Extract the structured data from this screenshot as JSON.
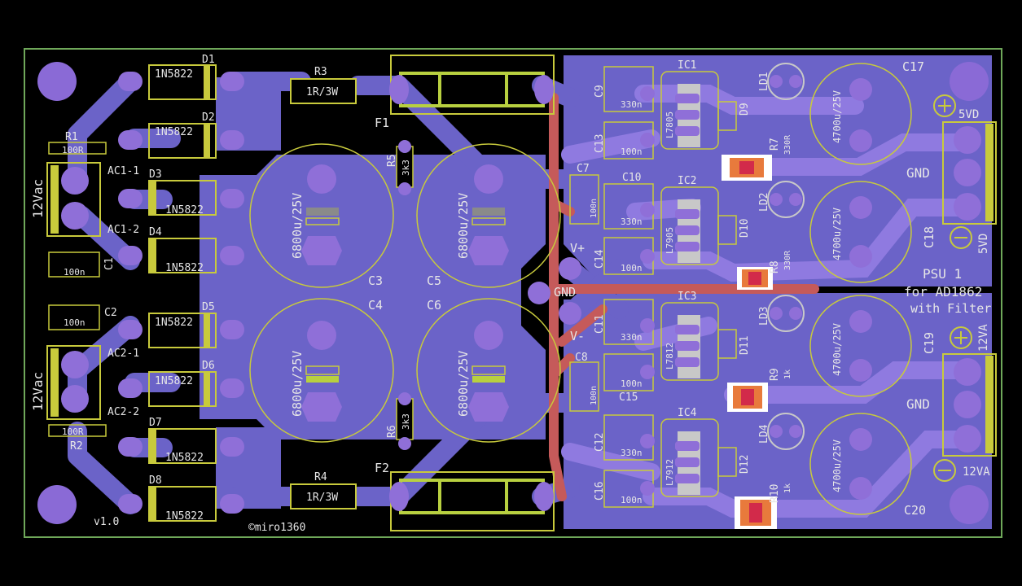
{
  "colors": {
    "background": "#000000",
    "copper": "#6b63c8",
    "copper_alt": "#7b6fd6",
    "pad": "#8f6fd8",
    "silk": "#c8ca3c",
    "label": "#e6e6e6",
    "trace_red": "#c55a5a",
    "smd_orange": "#e87a3c",
    "smd_red": "#d22a4a",
    "outline": "#6fa85a"
  },
  "board": {
    "version": "v1.0",
    "author": "©miro1360",
    "title_lines": [
      "PSU 1",
      "for AD1862",
      "with Filter"
    ]
  },
  "inputs": {
    "ac1": {
      "label": "12Vac",
      "pin1": "AC1-1",
      "pin2": "AC1-2"
    },
    "ac2": {
      "label": "12Vac",
      "pin1": "AC2-1",
      "pin2": "AC2-2"
    }
  },
  "diodes": [
    {
      "ref": "D1",
      "value": "1N5822"
    },
    {
      "ref": "D2",
      "value": "1N5822"
    },
    {
      "ref": "D3",
      "value": "1N5822"
    },
    {
      "ref": "D4",
      "value": "1N5822"
    },
    {
      "ref": "D5",
      "value": "1N5822"
    },
    {
      "ref": "D6",
      "value": "1N5822"
    },
    {
      "ref": "D7",
      "value": "1N5822"
    },
    {
      "ref": "D8",
      "value": "1N5822"
    }
  ],
  "resistors": {
    "R1": {
      "ref": "R1",
      "value": "100R"
    },
    "R2": {
      "ref": "R2",
      "value": "100R"
    },
    "R3": {
      "ref": "R3",
      "value": "1R/3W"
    },
    "R4": {
      "ref": "R4",
      "value": "1R/3W"
    },
    "R5": {
      "ref": "R5",
      "value": "3k3"
    },
    "R6": {
      "ref": "R6",
      "value": "3k3"
    },
    "R7": {
      "ref": "R7",
      "value": "330R"
    },
    "R8": {
      "ref": "R8",
      "value": "330R"
    },
    "R9": {
      "ref": "R9",
      "value": "1k"
    },
    "R10": {
      "ref": "R10",
      "value": "1k"
    }
  },
  "small_caps": {
    "C1": {
      "ref": "C1",
      "value": "100n"
    },
    "C2": {
      "ref": "C2",
      "value": "100n"
    },
    "C7": {
      "ref": "C7",
      "value": "100n"
    },
    "C8": {
      "ref": "C8",
      "value": "100n"
    },
    "C9": {
      "ref": "C9",
      "value": "330n"
    },
    "C10": {
      "ref": "C10",
      "value": "330n"
    },
    "C11": {
      "ref": "C11",
      "value": "330n"
    },
    "C12": {
      "ref": "C12",
      "value": "330n"
    },
    "C13": {
      "ref": "C13",
      "value": "100n"
    },
    "C14": {
      "ref": "C14",
      "value": "100n"
    },
    "C15": {
      "ref": "C15",
      "value": "100n"
    },
    "C16": {
      "ref": "C16",
      "value": "100n"
    }
  },
  "big_caps": {
    "C3": {
      "ref": "C3",
      "value": "6800u/25V"
    },
    "C4": {
      "ref": "C4",
      "value": "6800u/25V"
    },
    "C5": {
      "ref": "C5",
      "value": "6800u/25V"
    },
    "C6": {
      "ref": "C6",
      "value": "6800u/25V"
    }
  },
  "out_caps": {
    "C17": {
      "ref": "C17",
      "value": "4700u/25V"
    },
    "C18": {
      "ref": "C18",
      "value": "4700u/25V"
    },
    "C19": {
      "ref": "C19",
      "value": "4700u/25V"
    },
    "C20": {
      "ref": "C20",
      "value": "4700u/25V"
    }
  },
  "fuses": {
    "F1": "F1",
    "F2": "F2"
  },
  "regulators": {
    "IC1": {
      "ref": "IC1",
      "value": "L7805"
    },
    "IC2": {
      "ref": "IC2",
      "value": "L7905"
    },
    "IC3": {
      "ref": "IC3",
      "value": "L7812"
    },
    "IC4": {
      "ref": "IC4",
      "value": "L7912"
    }
  },
  "leds": {
    "LD1": "LD1",
    "LD2": "LD2",
    "LD3": "LD3",
    "LD4": "LD4"
  },
  "reg_diodes": {
    "D9": "D9",
    "D10": "D10",
    "D11": "D11",
    "D12": "D12"
  },
  "rails": {
    "vplus": "V+",
    "gnd": "GND",
    "vminus": "V-"
  },
  "outputs": {
    "top": {
      "v_label": "5VD",
      "gnd": "GND",
      "v_label_neg": "5VD"
    },
    "bottom": {
      "v_label": "12VA",
      "gnd": "GND",
      "v_label_neg": "12VA"
    }
  }
}
